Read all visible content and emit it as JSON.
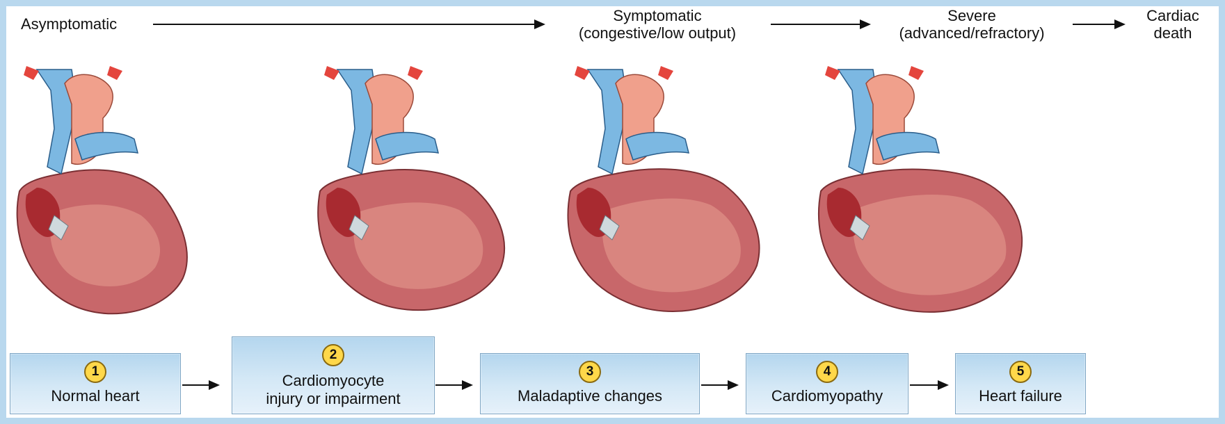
{
  "stages": [
    {
      "label": "Asymptomatic"
    },
    {
      "label_line1": "Symptomatic",
      "label_line2": "(congestive/low output)"
    },
    {
      "label_line1": "Severe",
      "label_line2": "(advanced/refractory)"
    },
    {
      "label_line1": "Cardiac",
      "label_line2": "death"
    }
  ],
  "steps": [
    {
      "number": "1",
      "label": "Normal heart"
    },
    {
      "number": "2",
      "label_line1": "Cardiomyocyte",
      "label_line2": "injury or impairment"
    },
    {
      "number": "3",
      "label": "Maladaptive changes"
    },
    {
      "number": "4",
      "label": "Cardiomyopathy"
    },
    {
      "number": "5",
      "label": "Heart failure"
    }
  ],
  "colors": {
    "vein_blue": "#7cb8e2",
    "aorta_pink": "#f0a08c",
    "myocardium": "#c8676a",
    "chamber": "#d9857f",
    "box_fill": "#c5e0f3",
    "badge_yellow": "#ffd84a"
  }
}
